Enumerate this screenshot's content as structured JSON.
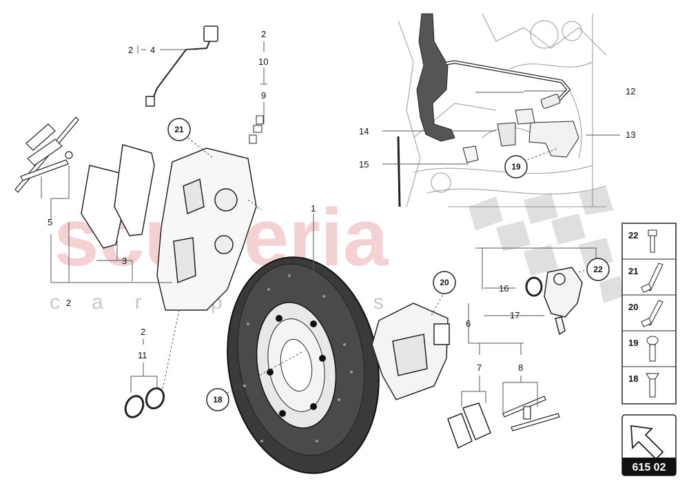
{
  "callouts": {
    "c2a": "2",
    "c4": "4",
    "c2b": "2",
    "c10": "10",
    "c9": "9",
    "c5": "5",
    "c3": "3",
    "c2c": "2",
    "c1": "1",
    "c12": "12",
    "c13": "13",
    "c14": "14",
    "c15": "15",
    "c16": "16",
    "c17": "17",
    "c6": "6",
    "c7": "7",
    "c8": "8",
    "c2d": "2",
    "c11": "11"
  },
  "circled": {
    "k21": "21",
    "k19": "19",
    "k20": "20",
    "k22": "22",
    "k18": "18"
  },
  "watermark": {
    "main": "scuderia",
    "sub": "car parts"
  },
  "legend": {
    "items": [
      "22",
      "21",
      "20",
      "19",
      "18"
    ]
  },
  "reference": {
    "code": "615 02"
  }
}
